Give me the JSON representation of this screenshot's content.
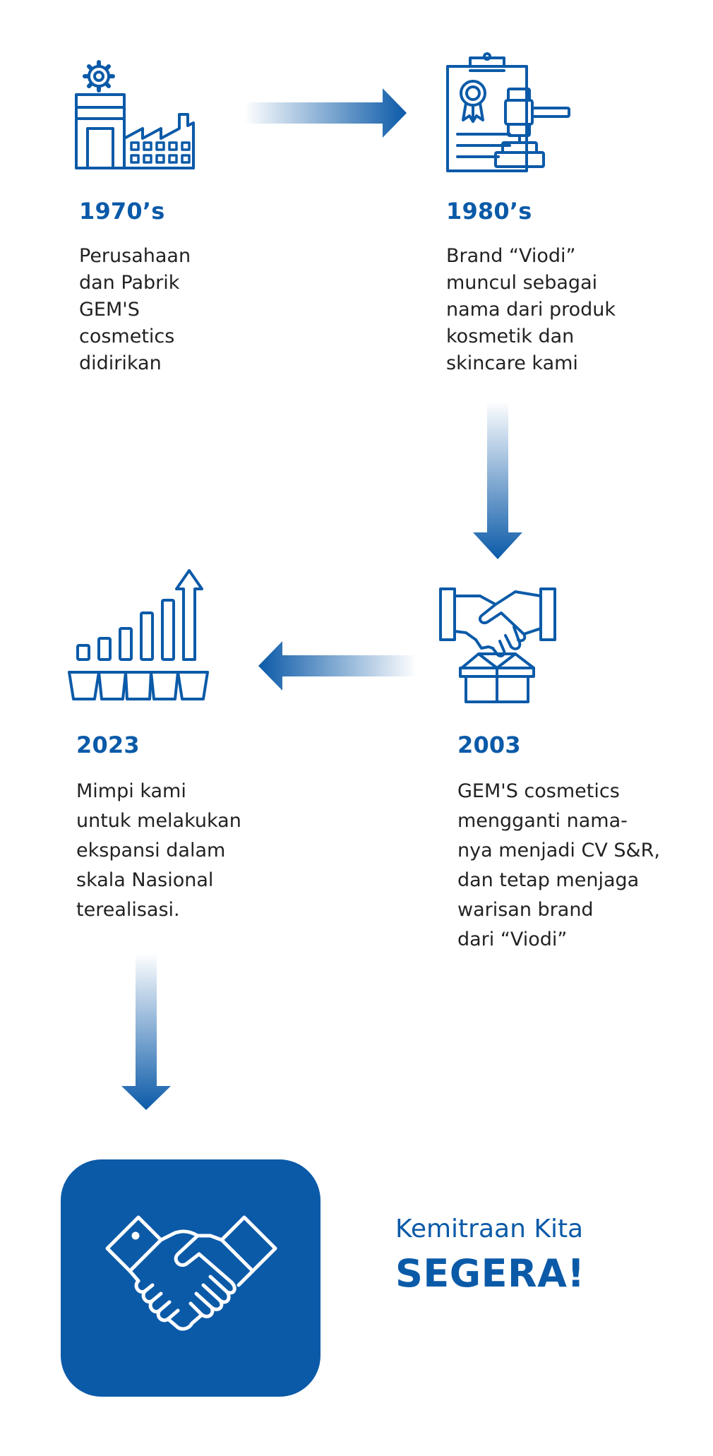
{
  "colors": {
    "accent": "#0b5aa8",
    "text": "#222222",
    "background": "#ffffff"
  },
  "milestones": [
    {
      "year": "1970’s",
      "text": "Perusahaan\ndan Pabrik\nGEM'S\ncosmetics\ndidirikan",
      "icon": "factory-icon"
    },
    {
      "year": "1980’s",
      "text": "Brand “Viodi”\nmuncul sebagai\nnama dari produk\nkosmetik dan\nskincare kami",
      "icon": "certificate-gavel-icon"
    },
    {
      "year": "2003",
      "text": "GEM'S cosmetics\nmengganti nama-\nnya menjadi CV S&R,\ndan tetap menjaga\nwarisan brand\ndari “Viodi”",
      "icon": "handshake-box-icon"
    },
    {
      "year": "2023",
      "text": "Mimpi kami\nuntuk melakukan\nekspansi dalam\nskala Nasional\nterealisasi.",
      "icon": "growth-chart-icon"
    }
  ],
  "cta": {
    "line1": "Kemitraan Kita",
    "line2": "SEGERA!",
    "icon": "handshake-icon"
  }
}
